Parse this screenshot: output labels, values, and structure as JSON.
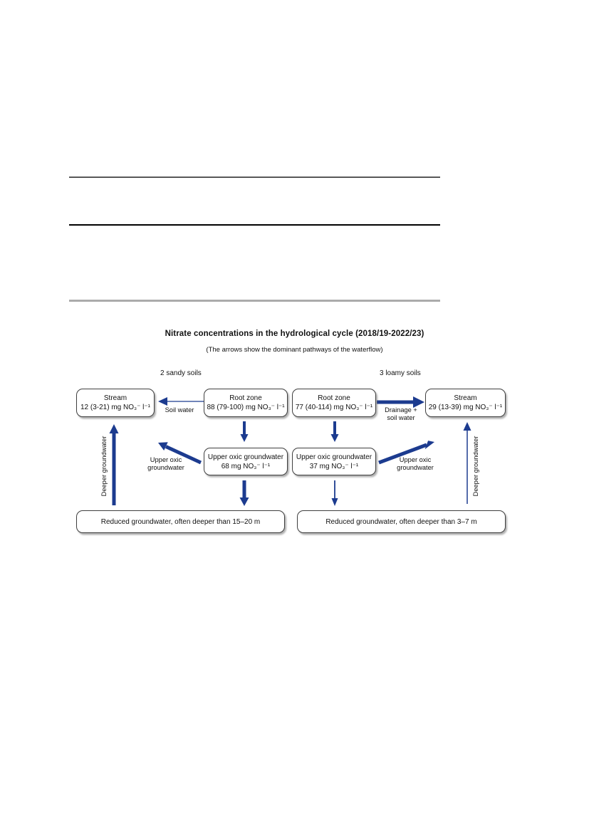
{
  "colors": {
    "arrow": "#1c3b8f",
    "rule_top": "#575757",
    "rule_middle": "#000000",
    "rule_bottom": "#ababab"
  },
  "figure": {
    "title": "Nitrate concentrations in the hydrological cycle (2018/19-2022/23)",
    "subtitle": "(The arrows show the dominant pathways of the waterflow)",
    "left_group_label": "2 sandy soils",
    "right_group_label": "3 loamy soils",
    "boxes": {
      "stream_left": {
        "line1": "Stream",
        "line2": "12 (3-21) mg NO₃⁻ l⁻¹"
      },
      "root_left": {
        "line1": "Root zone",
        "line2": "88 (79-100) mg NO₃⁻ l⁻¹"
      },
      "root_right": {
        "line1": "Root zone",
        "line2": "77 (40-114) mg NO₃⁻ l⁻¹"
      },
      "stream_right": {
        "line1": "Stream",
        "line2": "29 (13-39) mg NO₃⁻ l⁻¹"
      },
      "oxic_left": {
        "line1": "Upper oxic groundwater",
        "line2": "68 mg NO₃⁻ l⁻¹"
      },
      "oxic_right": {
        "line1": "Upper oxic groundwater",
        "line2": "37 mg NO₃⁻ l⁻¹"
      },
      "reduced_left": {
        "line1": "Reduced groundwater, often deeper than 15–20 m"
      },
      "reduced_right": {
        "line1": "Reduced groundwater, often deeper than 3–7 m"
      }
    },
    "arrow_labels": {
      "soil_water": "Soil water",
      "drainage": "Drainage + soil water",
      "upper_oxic_left": "Upper oxic groundwater",
      "upper_oxic_right": "Upper oxic groundwater",
      "deeper_left": "Deeper groundwater",
      "deeper_right": "Deeper groundwater"
    }
  }
}
